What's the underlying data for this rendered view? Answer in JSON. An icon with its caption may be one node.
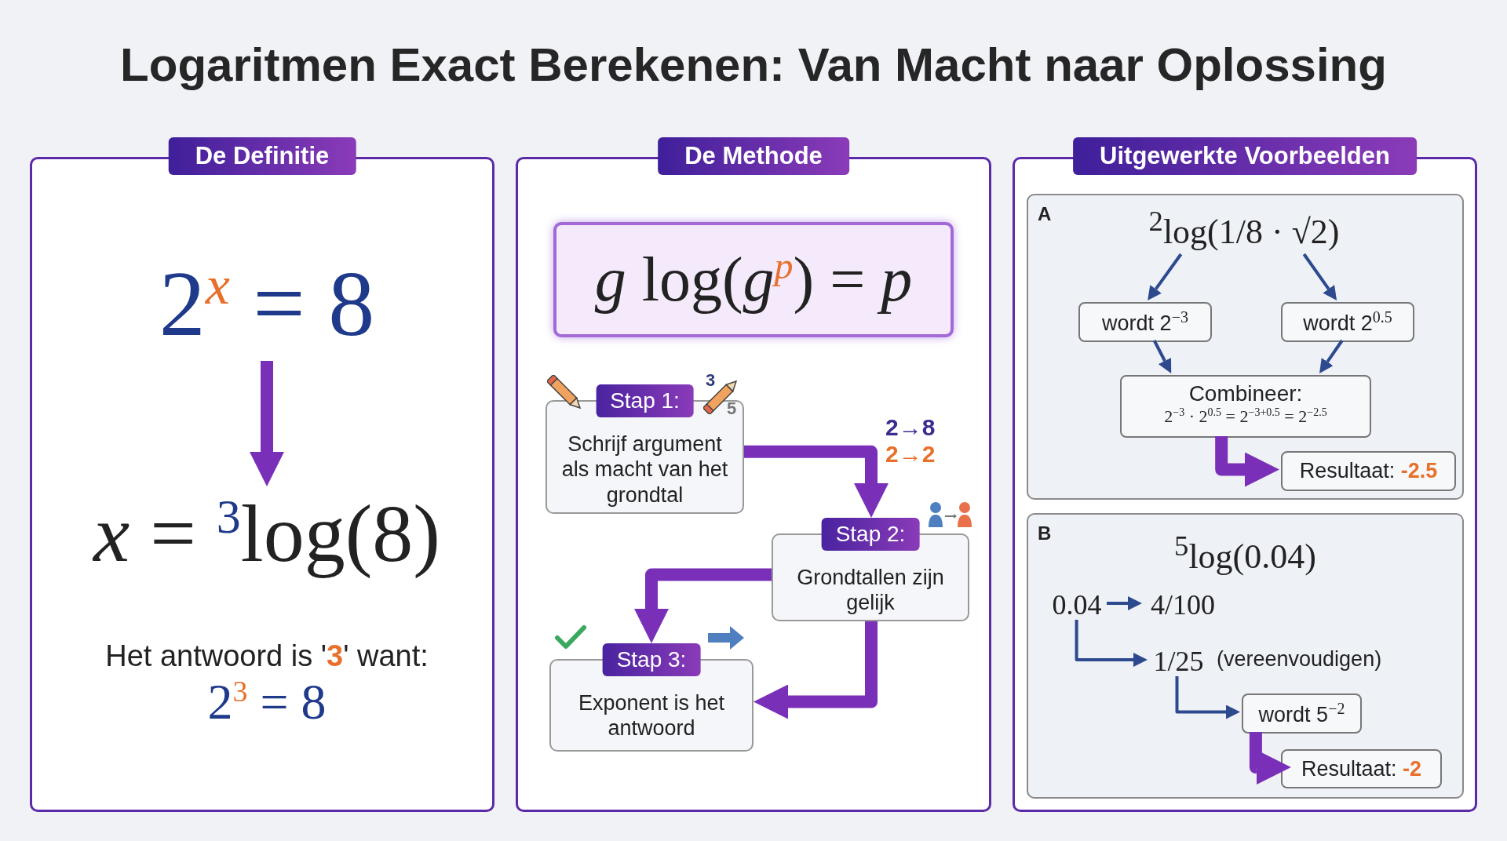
{
  "diagram": {
    "title": "Logaritmen Exact Berekenen: Van Macht naar Oplossing",
    "nodes": [
      {
        "text": [
          "De Definitie"
        ]
      },
      {
        "text": [
          "2$^{x}$ = 8"
        ],
        "in": 0
      },
      {
        "text": [
          "*x* = $^{3}$log(8)"
        ],
        "in": 0
      },
      {
        "text": [
          "Het antwoord is '**3**' want:",
          "2$^{3}$ = 8"
        ],
        "in": 0
      },
      {
        "text": [
          "De Methode"
        ]
      },
      {
        "text": [
          "*g* log(*g*$^{p}$) = *p*"
        ],
        "in": 4
      },
      {
        "text": [
          "Stap 1:",
          "Schrijf argument als macht van het grondtal"
        ],
        "in": 4
      },
      {
        "text": [
          "Stap 2:",
          "Grondtallen zijn gelijk"
        ],
        "in": 4
      },
      {
        "text": [
          "Stap 3:",
          "Exponent is het antwoord"
        ],
        "in": 4
      },
      {
        "text": [
          "Uitgewerkte Voorbeelden"
        ]
      },
      {
        "text": [
          "A"
        ],
        "in": 9
      },
      {
        "text": [
          "$^{2}$log(1/8 · √2)"
        ],
        "in": 10
      },
      {
        "text": [
          "wordt 2$^{−3}$"
        ],
        "in": 10
      },
      {
        "text": [
          "wordt 2$^{0.5}$"
        ],
        "in": 10
      },
      {
        "text": [
          "Combineer:",
          "2$^{−3}$ · 2$^{0.5}$ = 2$^{−3+0.5}$ = 2$^{−2.5}$"
        ],
        "in": 10
      },
      {
        "text": [
          "Resultaat: **-2.5**"
        ],
        "in": 10
      },
      {
        "text": [
          "B",
          "$^{5}$log(0.04)"
        ],
        "in": 9
      },
      {
        "text": [
          "0.04"
        ],
        "in": 16
      },
      {
        "text": [
          "4/100"
        ],
        "in": 16
      },
      {
        "text": [
          "1/25"
        ],
        "in": 16,
        "beside": [
          "(vereenvoudigen)"
        ]
      },
      {
        "text": [
          "wordt 5$^{−2}$"
        ],
        "in": 16
      },
      {
        "text": [
          "Resultaat: **-2**"
        ],
        "in": 16
      }
    ],
    "edges": [
      {
        "from": 1,
        "to": 2,
        "arrow": "to",
        "style": "thick",
        "color": "#7a2fb8"
      },
      {
        "from": 6,
        "to": 7,
        "arrow": "to",
        "style": "thick",
        "color": "#7a2fb8"
      },
      {
        "from": 7,
        "to": 8,
        "arrow": "to",
        "style": "thick",
        "color": "#7a2fb8"
      },
      {
        "from": 7,
        "to": 8,
        "arrow": "to",
        "style": "thick",
        "color": "#7a2fb8"
      },
      {
        "from": 11,
        "to": 12,
        "arrow": "to"
      },
      {
        "from": 11,
        "to": 13,
        "arrow": "to"
      },
      {
        "from": 12,
        "to": 14,
        "arrow": "to"
      },
      {
        "from": 13,
        "to": 14,
        "arrow": "to"
      },
      {
        "from": 14,
        "to": 15,
        "arrow": "to",
        "style": "thick",
        "color": "#7a2fb8"
      },
      {
        "from": 17,
        "to": 18,
        "arrow": "to"
      },
      {
        "from": 17,
        "to": 19,
        "arrow": "to"
      },
      {
        "from": 19,
        "to": 20,
        "arrow": "to"
      },
      {
        "from": 20,
        "to": 21,
        "arrow": "to",
        "style": "thick",
        "color": "#7a2fb8"
      }
    ],
    "labels": [
      "3",
      "5",
      "2→8",
      "2→2"
    ]
  }
}
